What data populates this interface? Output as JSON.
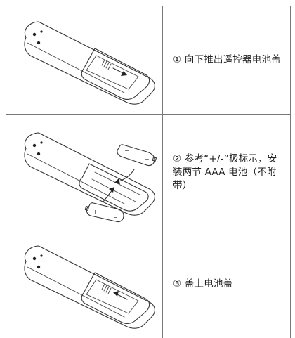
{
  "steps": [
    {
      "text": "① 向下推出遥控器电池盖",
      "illustration_icon": "remote-cover-slide-out-icon"
    },
    {
      "text": "② 参考“+/-”极标示，安装两节 AAA 电池（不附带）",
      "illustration_icon": "remote-battery-insert-icon",
      "battery_marks": [
        "−",
        "+",
        "+",
        "−"
      ]
    },
    {
      "text": "③ 盖上电池盖",
      "illustration_icon": "remote-cover-close-icon"
    }
  ]
}
